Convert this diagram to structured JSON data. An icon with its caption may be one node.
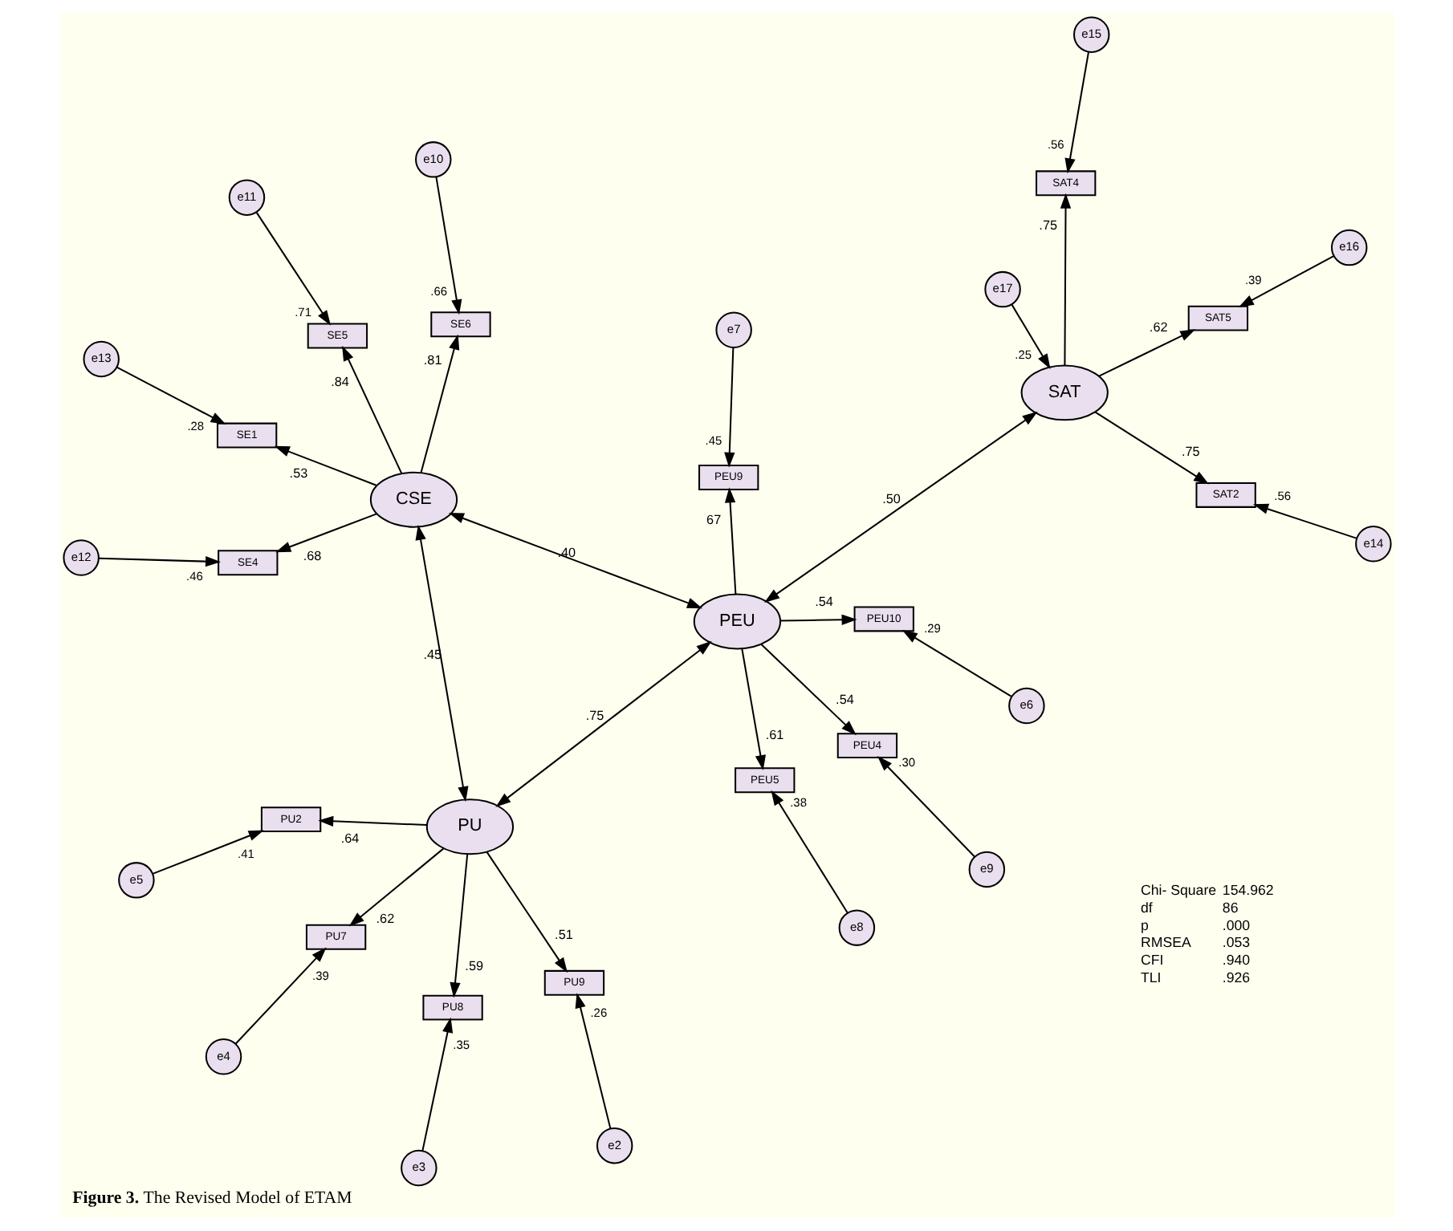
{
  "diagram": {
    "caption": "**Figure 3.** The Revised Model of ETAM",
    "nodes": [
      {
        "text": [
          "e5"
        ]
      },
      {
        "text": [
          "PU2"
        ],
        "beside": [
          ".41"
        ]
      },
      {
        "text": [
          "e4"
        ]
      },
      {
        "text": [
          "PU7"
        ],
        "beside": [
          ".39"
        ]
      },
      {
        "text": [
          "e3"
        ]
      },
      {
        "text": [
          "PU8"
        ],
        "beside": [
          ".35"
        ]
      },
      {
        "text": [
          "PU"
        ]
      },
      {
        "text": [
          "e2"
        ]
      },
      {
        "text": [
          "PU9"
        ],
        "beside": [
          ".26"
        ]
      },
      {
        "text": [
          "e9"
        ]
      },
      {
        "text": [
          "PEU4"
        ],
        "beside": [
          ".30"
        ]
      },
      {
        "text": [
          "e8"
        ]
      },
      {
        "text": [
          "PEU5"
        ],
        "beside": [
          ".38"
        ]
      },
      {
        "text": [
          "PEU"
        ]
      },
      {
        "text": [
          "e7"
        ]
      },
      {
        "text": [
          "PEU9"
        ],
        "beside": [
          ".45"
        ]
      },
      {
        "text": [
          "e6"
        ]
      },
      {
        "text": [
          "PEU10"
        ],
        "beside": [
          ".29"
        ]
      },
      {
        "text": [
          "e13"
        ]
      },
      {
        "text": [
          "SE1"
        ],
        "beside": [
          ".28"
        ]
      },
      {
        "text": [
          "e12"
        ]
      },
      {
        "text": [
          "SE4"
        ],
        "beside": [
          ".46"
        ]
      },
      {
        "text": [
          "CSE"
        ]
      },
      {
        "text": [
          "e11"
        ]
      },
      {
        "text": [
          "SE5"
        ],
        "beside": [
          ".71"
        ]
      },
      {
        "text": [
          "e10"
        ]
      },
      {
        "text": [
          "SE6"
        ],
        "beside": [
          ".66"
        ]
      },
      {
        "text": [
          "e17"
        ]
      },
      {
        "text": [
          "SAT"
        ],
        "beside": [
          ".25"
        ]
      },
      {
        "text": [
          "SAT2"
        ],
        "beside": [
          ".56"
        ]
      },
      {
        "text": [
          "e14"
        ]
      },
      {
        "text": [
          "SAT4"
        ],
        "beside": [
          ".56"
        ]
      },
      {
        "text": [
          "e15"
        ]
      },
      {
        "text": [
          "SAT5"
        ],
        "beside": [
          ".39"
        ]
      },
      {
        "text": [
          "e16"
        ]
      }
    ],
    "edges": [
      {
        "from": 0,
        "to": 1,
        "arrow": "to"
      },
      {
        "from": 2,
        "to": 3,
        "arrow": "to"
      },
      {
        "from": 4,
        "to": 5,
        "arrow": "to"
      },
      {
        "from": 7,
        "to": 8,
        "arrow": "to"
      },
      {
        "from": 6,
        "to": 1,
        "arrow": "to",
        "label": ".64"
      },
      {
        "from": 6,
        "to": 3,
        "arrow": "to",
        "label": ".62"
      },
      {
        "from": 6,
        "to": 5,
        "arrow": "to",
        "label": ".59"
      },
      {
        "from": 6,
        "to": 8,
        "arrow": "to",
        "label": ".51"
      },
      {
        "from": 9,
        "to": 10,
        "arrow": "to"
      },
      {
        "from": 11,
        "to": 12,
        "arrow": "to"
      },
      {
        "from": 14,
        "to": 15,
        "arrow": "to"
      },
      {
        "from": 16,
        "to": 17,
        "arrow": "to"
      },
      {
        "from": 13,
        "to": 10,
        "arrow": "to",
        "label": ".54"
      },
      {
        "from": 13,
        "to": 12,
        "arrow": "to",
        "label": ".61"
      },
      {
        "from": 13,
        "to": 15,
        "arrow": "to",
        "label": "67"
      },
      {
        "from": 13,
        "to": 17,
        "arrow": "to",
        "label": ".54"
      },
      {
        "from": 18,
        "to": 19,
        "arrow": "to"
      },
      {
        "from": 20,
        "to": 21,
        "arrow": "to"
      },
      {
        "from": 23,
        "to": 24,
        "arrow": "to"
      },
      {
        "from": 25,
        "to": 26,
        "arrow": "to"
      },
      {
        "from": 22,
        "to": 19,
        "arrow": "to",
        "label": ".53"
      },
      {
        "from": 22,
        "to": 21,
        "arrow": "to",
        "label": ".68"
      },
      {
        "from": 22,
        "to": 24,
        "arrow": "to",
        "label": ".84"
      },
      {
        "from": 22,
        "to": 26,
        "arrow": "to",
        "label": ".81"
      },
      {
        "from": 6,
        "to": 13,
        "arrow": "both",
        "label": ".75"
      },
      {
        "from": 13,
        "to": 22,
        "arrow": "both",
        "label": ".40"
      },
      {
        "from": 6,
        "to": 22,
        "arrow": "both",
        "label": ".45"
      },
      {
        "from": 13,
        "to": 28,
        "arrow": "both",
        "label": ".50"
      },
      {
        "from": 27,
        "to": 28,
        "arrow": "to"
      },
      {
        "from": 28,
        "to": 29,
        "arrow": "to",
        "label": ".75"
      },
      {
        "from": 28,
        "to": 31,
        "arrow": "to",
        "label": ".75"
      },
      {
        "from": 28,
        "to": 33,
        "arrow": "to",
        "label": ".62"
      },
      {
        "from": 30,
        "to": 29,
        "arrow": "to"
      },
      {
        "from": 32,
        "to": 31,
        "arrow": "to"
      },
      {
        "from": 34,
        "to": 33,
        "arrow": "to"
      }
    ],
    "labels": [
      "Chi- Square",
      "154.962",
      "df",
      "86",
      "p",
      ".000",
      "RMSEA",
      ".053",
      "CFI",
      ".940",
      "TLI",
      ".926"
    ]
  }
}
